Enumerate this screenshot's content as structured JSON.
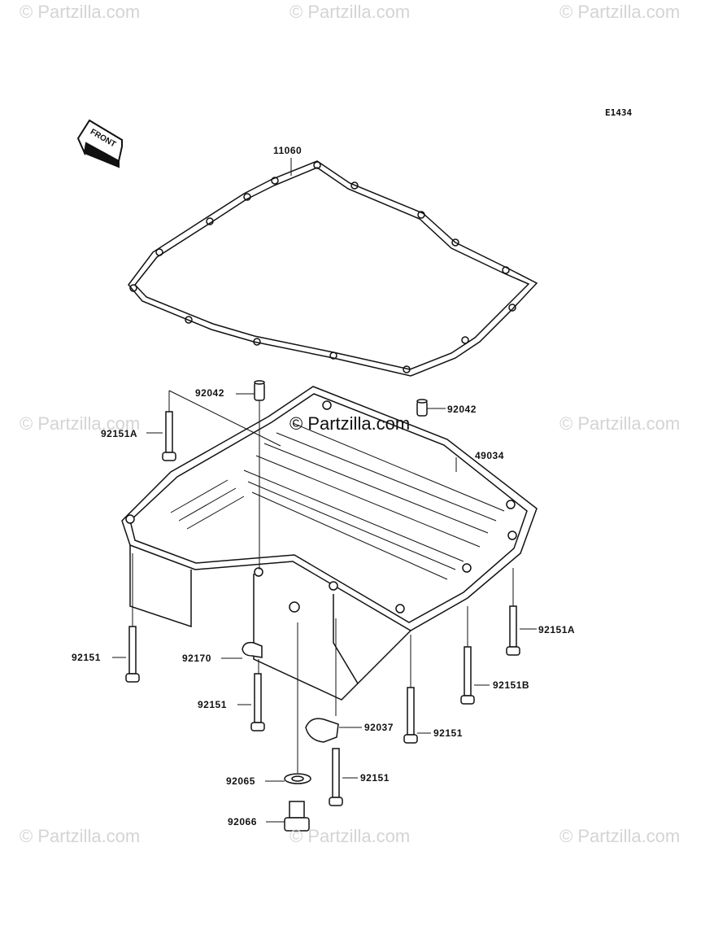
{
  "watermark": {
    "text": "© Partzilla.com",
    "center_text": "© Partzilla.com"
  },
  "diagram": {
    "code": "E1434",
    "front_label": "FRONT"
  },
  "callouts": {
    "gasket": "11060",
    "oil_pan": "49034",
    "dowel_left": "92042",
    "dowel_right": "92042",
    "bolt_92151A_left": "92151A",
    "bolt_92151A_right": "92151A",
    "bolt_92151B": "92151B",
    "bolt_92151_left": "92151",
    "bolt_92151_mid": "92151",
    "bolt_92151_right": "92151",
    "bolt_92151_bottom": "92151",
    "clamp_92170": "92170",
    "clamp_92037": "92037",
    "washer_92065": "92065",
    "plug_92066": "92066"
  }
}
